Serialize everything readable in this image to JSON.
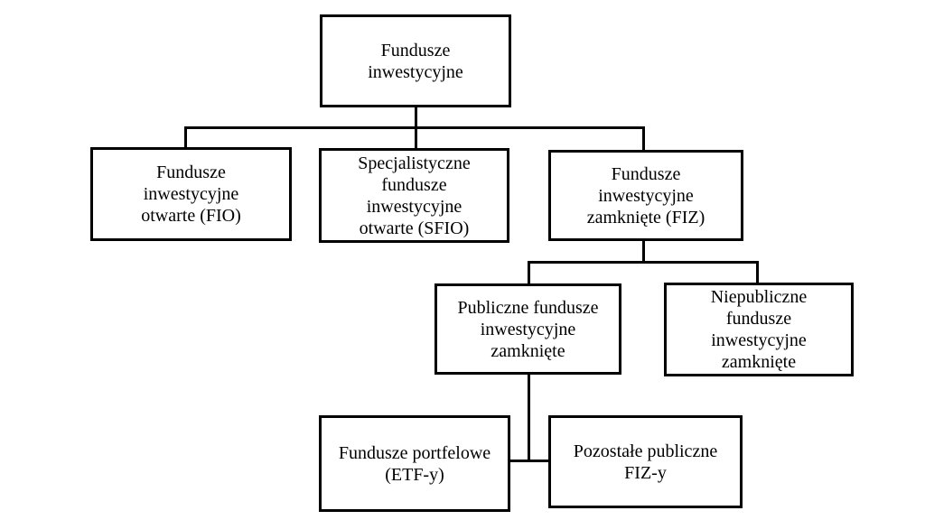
{
  "diagram": {
    "type": "hierarchy-tree",
    "border_color": "#000000",
    "background_color": "#ffffff",
    "root": {
      "id": "fundusze-inwestycyjne",
      "label": "Fundusze\ninwestycyjne",
      "children": [
        {
          "id": "fundusze-inwestycyjne-otwarte",
          "label": "Fundusze\ninwestycyjne\notwarte (FIO)",
          "children": []
        },
        {
          "id": "specjalistyczne-fundusze-inwestycyjne-otwarte",
          "label": "Specjalistyczne\nfundusze\ninwestycyjne\notwarte (SFIO)",
          "children": []
        },
        {
          "id": "fundusze-inwestycyjne-zamkniete",
          "label": "Fundusze\ninwestycyjne\nzamknięte (FIZ)",
          "children": [
            {
              "id": "publiczne-fundusze-inwestycyjne-zamkniete",
              "label": "Publiczne fundusze\ninwestycyjne\nzamknięte",
              "children": [
                {
                  "id": "fundusze-portfelowe-etf",
                  "label": "Fundusze portfelowe\n(ETF-y)",
                  "children": []
                },
                {
                  "id": "pozostale-publiczne-fiz",
                  "label": "Pozostałe publiczne\nFIZ-y",
                  "children": []
                }
              ]
            },
            {
              "id": "niepubliczne-fundusze-inwestycyjne-zamkniete",
              "label": "Niepubliczne\nfundusze\ninwestycyjne\nzamknięte",
              "children": []
            }
          ]
        }
      ]
    }
  }
}
